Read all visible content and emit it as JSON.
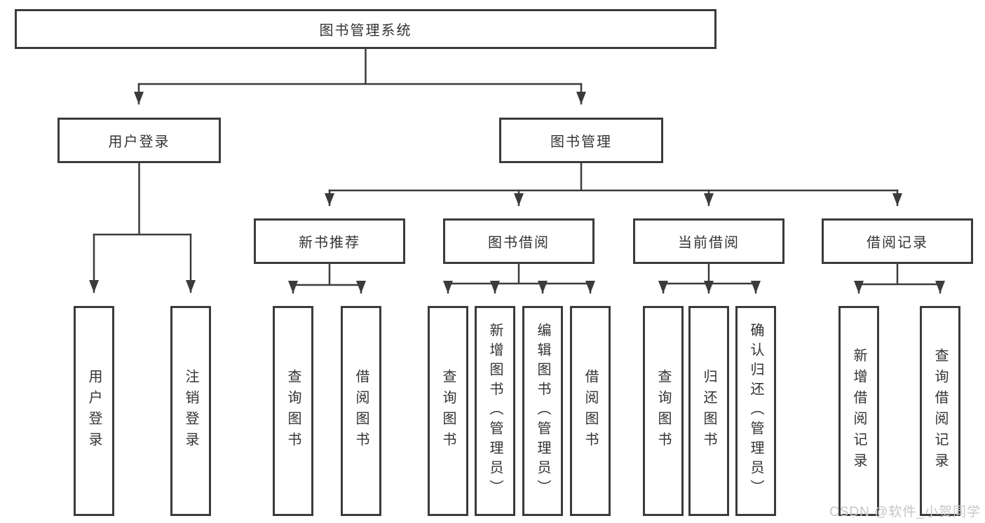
{
  "tree": {
    "root": {
      "label": "图书管理系统"
    },
    "branches": [
      {
        "label": "用户登录",
        "leaves": [
          {
            "label": "用户登录"
          },
          {
            "label": "注销登录"
          }
        ]
      },
      {
        "label": "图书管理",
        "sections": [
          {
            "label": "新书推荐",
            "leaves": [
              {
                "label": "查询图书"
              },
              {
                "label": "借阅图书"
              }
            ]
          },
          {
            "label": "图书借阅",
            "leaves": [
              {
                "label": "查询图书"
              },
              {
                "label": "新增图书（管理员）"
              },
              {
                "label": "编辑图书（管理员）"
              },
              {
                "label": "借阅图书"
              }
            ]
          },
          {
            "label": "当前借阅",
            "leaves": [
              {
                "label": "查询图书"
              },
              {
                "label": "归还图书"
              },
              {
                "label": "确认归还（管理员）"
              }
            ]
          },
          {
            "label": "借阅记录",
            "leaves": [
              {
                "label": "新增借阅记录"
              },
              {
                "label": "查询借阅记录"
              }
            ]
          }
        ]
      }
    ]
  },
  "watermark": {
    "text": "CSDN @软件_小贺同学"
  },
  "colors": {
    "line": "#3b3b3b",
    "box_border": "#3b3b3b",
    "text": "#333333",
    "watermark": "#c6c6c6",
    "background": "#ffffff"
  }
}
